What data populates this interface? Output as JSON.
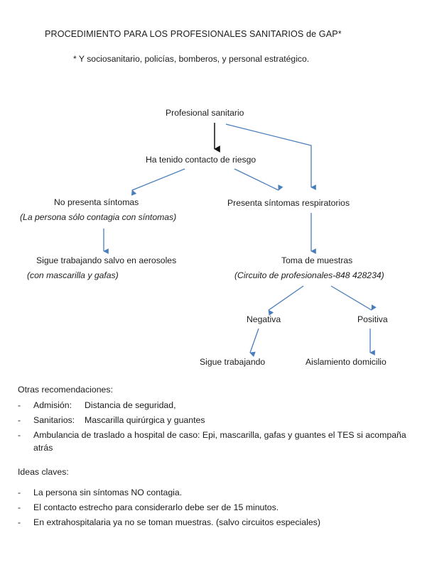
{
  "document": {
    "title": "PROCEDIMIENTO PARA LOS PROFESIONALES SANITARIOS de GAP*",
    "subtitle": "* Y sociosanitario, policías, bomberos, y personal estratégico."
  },
  "colors": {
    "arrow_blue": "#4a7ebb",
    "arrow_black": "#111111",
    "text": "#1c1c1c",
    "page_background": "#ffffff"
  },
  "flowchart": {
    "nodes": {
      "root": "Profesional sanitario",
      "contact": "Ha tenido contacto de riesgo",
      "no_symptoms": "No presenta síntomas",
      "no_symptoms_note": "(La persona sólo contagia con síntomas)",
      "symptoms": "Presenta síntomas respiratorios",
      "keep_working_aerosols": "Sigue trabajando salvo en aerosoles",
      "keep_working_note": "(con mascarilla y gafas)",
      "sampling": "Toma de muestras",
      "sampling_note": "(Circuito de profesionales-848 428234)",
      "negative": "Negativa",
      "positive": "Positiva",
      "negative_result": "Sigue trabajando",
      "positive_result": "Aislamiento domicilio"
    }
  },
  "recommendations": {
    "heading": "Otras recomendaciones:",
    "items": [
      {
        "label": "Admisión:",
        "text": "Distancia de seguridad,"
      },
      {
        "label": "Sanitarios:",
        "text": "Mascarilla quirúrgica y guantes"
      },
      {
        "label": "",
        "text": "Ambulancia de traslado a hospital de caso: Epi, mascarilla, gafas y guantes el TES si acompaña atrás"
      }
    ]
  },
  "key_ideas": {
    "heading": "Ideas claves:",
    "items": [
      "La persona sin síntomas NO contagia.",
      "El contacto estrecho para considerarlo debe ser de 15 minutos.",
      "En extrahospitalaria ya no se toman muestras. (salvo circuitos especiales)"
    ]
  }
}
